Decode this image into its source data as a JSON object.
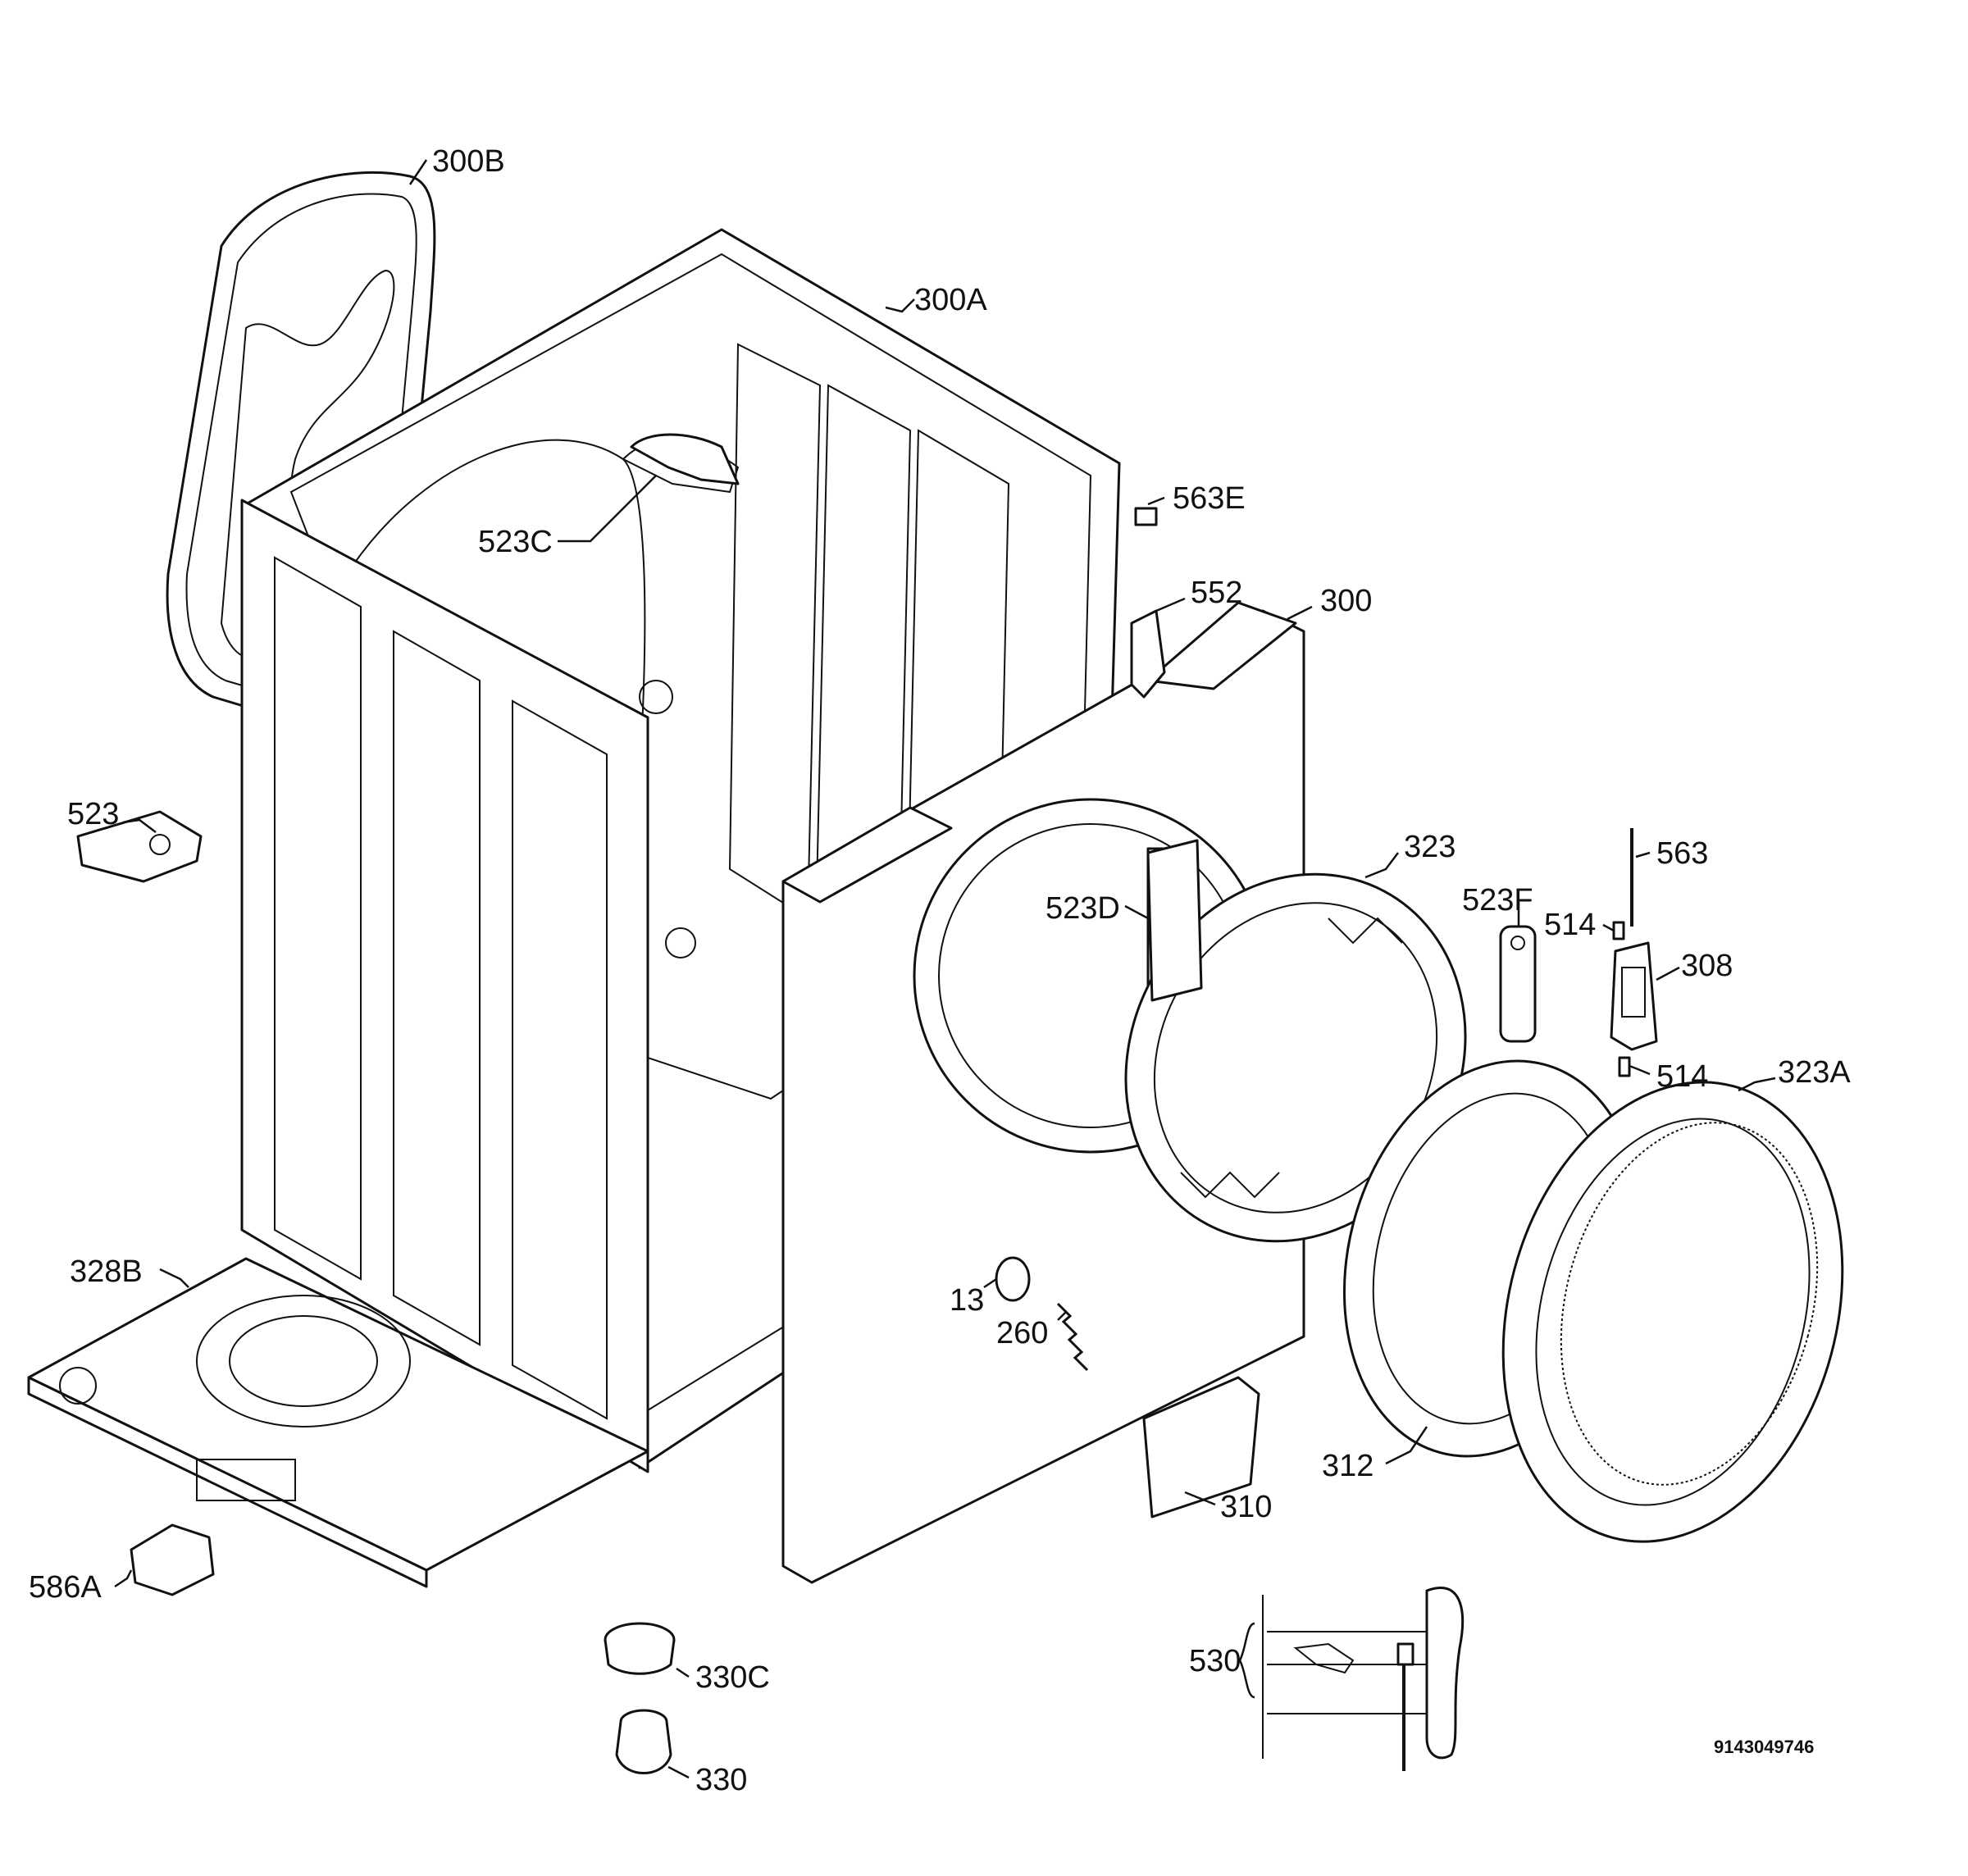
{
  "diagram": {
    "catalog_number": "9143049746",
    "labels": {
      "l300B": "300B",
      "l300A": "300A",
      "l563E": "563E",
      "l523C": "523C",
      "l552": "552",
      "l300": "300",
      "l523": "523",
      "l323": "323",
      "l563": "563",
      "l523F": "523F",
      "l514a": "514",
      "l523D": "523D",
      "l308": "308",
      "l514b": "514",
      "l323A": "323A",
      "l328B": "328B",
      "l13": "13",
      "l260": "260",
      "l312": "312",
      "l310": "310",
      "l586A": "586A",
      "l530": "530",
      "l330C": "330C",
      "l330": "330"
    }
  }
}
